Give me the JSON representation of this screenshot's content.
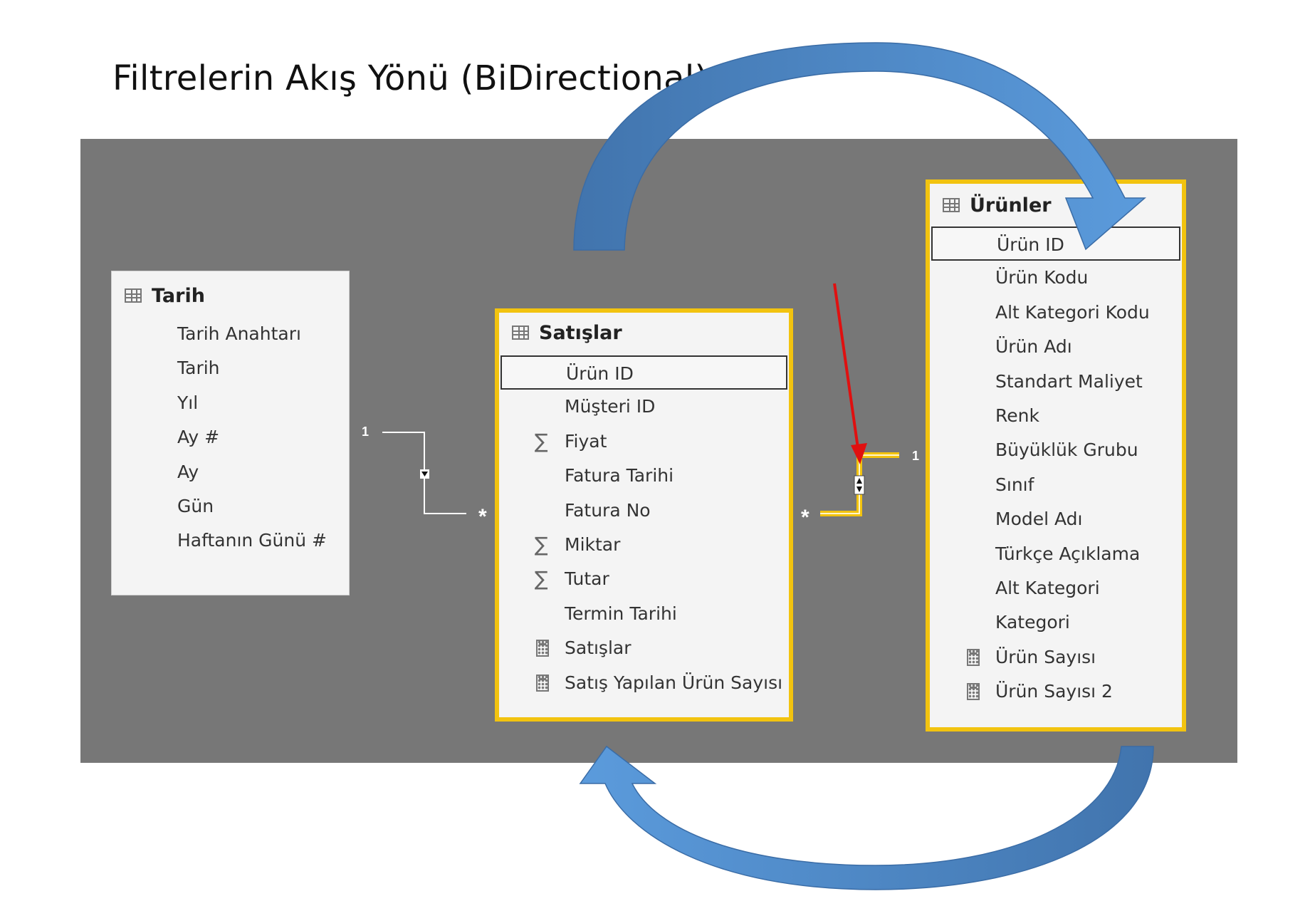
{
  "title": "Filtrelerin Akış Yönü (BiDirectional)",
  "tables": {
    "tarih": {
      "name": "Tarih",
      "fields": [
        {
          "label": "Tarih Anahtarı",
          "icon": "none"
        },
        {
          "label": "Tarih",
          "icon": "none"
        },
        {
          "label": "Yıl",
          "icon": "none"
        },
        {
          "label": "Ay #",
          "icon": "none"
        },
        {
          "label": "Ay",
          "icon": "none"
        },
        {
          "label": "Gün",
          "icon": "none"
        },
        {
          "label": "Haftanın Günü #",
          "icon": "none"
        }
      ]
    },
    "satislar": {
      "name": "Satışlar",
      "fields": [
        {
          "label": "Ürün ID",
          "icon": "none",
          "highlight": true
        },
        {
          "label": "Müşteri ID",
          "icon": "none"
        },
        {
          "label": "Fiyat",
          "icon": "sigma-icon"
        },
        {
          "label": "Fatura Tarihi",
          "icon": "none"
        },
        {
          "label": "Fatura No",
          "icon": "none"
        },
        {
          "label": "Miktar",
          "icon": "sigma-icon"
        },
        {
          "label": "Tutar",
          "icon": "sigma-icon"
        },
        {
          "label": "Termin Tarihi",
          "icon": "none"
        },
        {
          "label": "Satışlar",
          "icon": "calculator-icon"
        },
        {
          "label": "Satış Yapılan Ürün Sayısı",
          "icon": "calculator-icon"
        }
      ]
    },
    "urunler": {
      "name": "Ürünler",
      "fields": [
        {
          "label": "Ürün ID",
          "icon": "none",
          "highlight": true
        },
        {
          "label": "Ürün Kodu",
          "icon": "none"
        },
        {
          "label": "Alt Kategori Kodu",
          "icon": "none"
        },
        {
          "label": "Ürün Adı",
          "icon": "none"
        },
        {
          "label": "Standart Maliyet",
          "icon": "none"
        },
        {
          "label": "Renk",
          "icon": "none"
        },
        {
          "label": "Büyüklük Grubu",
          "icon": "none"
        },
        {
          "label": "Sınıf",
          "icon": "none"
        },
        {
          "label": "Model Adı",
          "icon": "none"
        },
        {
          "label": "Türkçe Açıklama",
          "icon": "none"
        },
        {
          "label": "Alt Kategori",
          "icon": "none"
        },
        {
          "label": "Kategori",
          "icon": "none"
        },
        {
          "label": "Ürün Sayısı",
          "icon": "calculator-icon"
        },
        {
          "label": "Ürün Sayısı 2",
          "icon": "calculator-icon"
        }
      ]
    }
  },
  "relationships": [
    {
      "from": "Tarih",
      "to": "Satışlar",
      "one_label": "1",
      "many_label": "*",
      "direction": "single"
    },
    {
      "from": "Ürünler",
      "to": "Satışlar",
      "one_label": "1",
      "many_label": "*",
      "direction": "both"
    }
  ],
  "colors": {
    "canvas": "#777777",
    "selected_border": "#f2c30f",
    "arrow_blue": "#4f8fd1",
    "pointer_red": "#e01010"
  }
}
